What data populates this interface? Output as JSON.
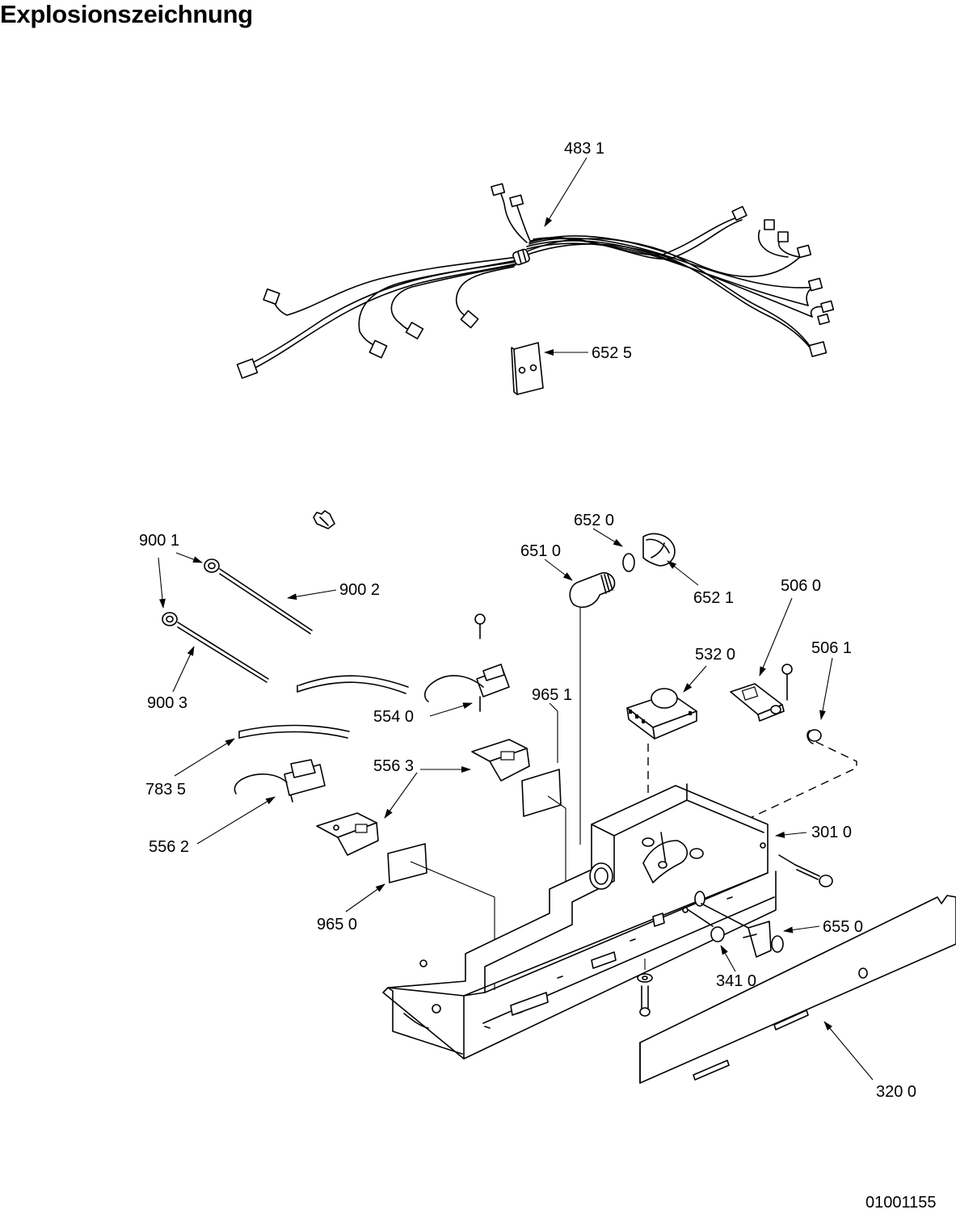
{
  "title": "Explosionszeichnung",
  "document_number": "01001155",
  "parts": [
    {
      "id": "p4831",
      "label": "483 1"
    },
    {
      "id": "p6525",
      "label": "652 5"
    },
    {
      "id": "p9001",
      "label": "900 1"
    },
    {
      "id": "p9002",
      "label": "900 2"
    },
    {
      "id": "p9003",
      "label": "900 3"
    },
    {
      "id": "p7835",
      "label": "783 5"
    },
    {
      "id": "p5562",
      "label": "556 2"
    },
    {
      "id": "p5563",
      "label": "556 3"
    },
    {
      "id": "p5540",
      "label": "554 0"
    },
    {
      "id": "p9651",
      "label": "965 1"
    },
    {
      "id": "p9650",
      "label": "965 0"
    },
    {
      "id": "p6520",
      "label": "652 0"
    },
    {
      "id": "p6510",
      "label": "651 0"
    },
    {
      "id": "p6521",
      "label": "652 1"
    },
    {
      "id": "p5320",
      "label": "532 0"
    },
    {
      "id": "p5060",
      "label": "506 0"
    },
    {
      "id": "p5061",
      "label": "506 1"
    },
    {
      "id": "p3010",
      "label": "301 0"
    },
    {
      "id": "p6550",
      "label": "655 0"
    },
    {
      "id": "p3410",
      "label": "341 0"
    },
    {
      "id": "p3200",
      "label": "320 0"
    }
  ]
}
